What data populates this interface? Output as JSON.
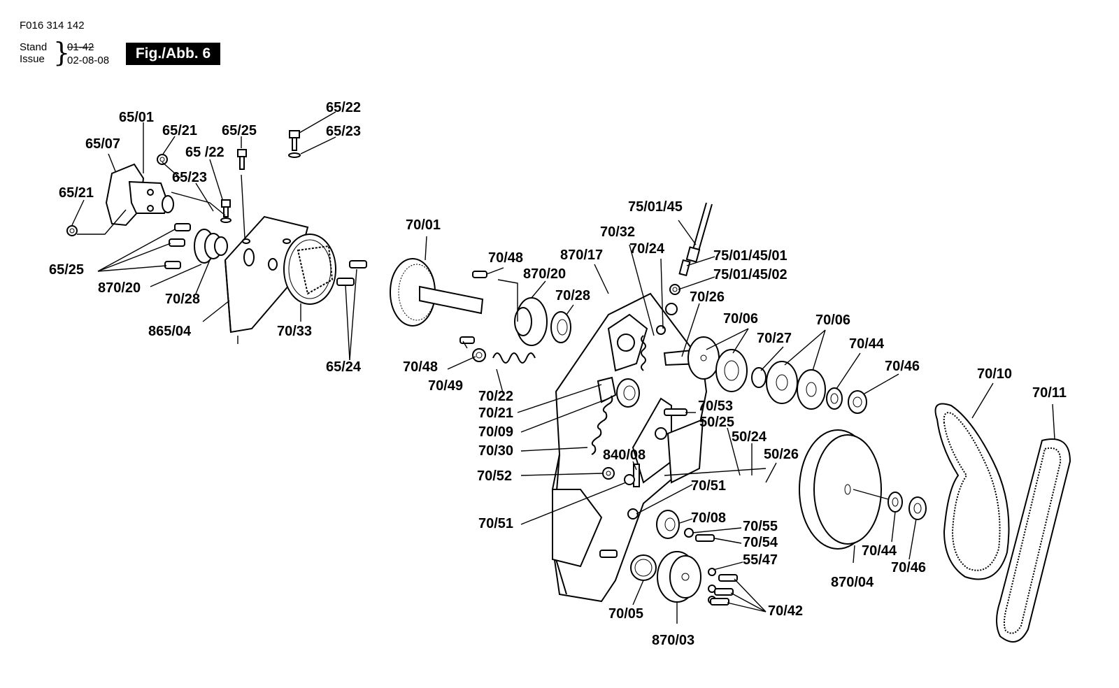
{
  "header": {
    "code": "F016 314 142",
    "stand_label": "Stand",
    "issue_label": "Issue",
    "stand_old": "01-42",
    "issue_date": "02-08-08",
    "fig_label": "Fig./Abb. 6"
  },
  "callouts": {
    "c_65_01": "65/01",
    "c_65_07": "65/07",
    "c_65_21a": "65/21",
    "c_65_21b": "65/21",
    "c_65_25a": "65/25",
    "c_65_22a": "65 /22",
    "c_65_22b": "65/22",
    "c_65_23a": "65/23",
    "c_65_23b": "65/23",
    "c_65_25b": "65/25",
    "c_870_20a": "870/20",
    "c_70_28a": "70/28",
    "c_865_04": "865/04",
    "c_70_33": "70/33",
    "c_65_24": "65/24",
    "c_70_01": "70/01",
    "c_70_48a": "70/48",
    "c_870_20b": "870/20",
    "c_70_28b": "70/28",
    "c_870_17": "870/17",
    "c_70_32": "70/32",
    "c_70_24": "70/24",
    "c_75_01_45": "75/01/45",
    "c_75_01_45_01": "75/01/45/01",
    "c_75_01_45_02": "75/01/45/02",
    "c_70_26": "70/26",
    "c_70_06a": "70/06",
    "c_70_06b": "70/06",
    "c_70_27": "70/27",
    "c_70_44a": "70/44",
    "c_70_46a": "70/46",
    "c_70_10": "70/10",
    "c_70_11": "70/11",
    "c_70_48b": "70/48",
    "c_70_49": "70/49",
    "c_70_22": "70/22",
    "c_70_21": "70/21",
    "c_70_09": "70/09",
    "c_70_30": "70/30",
    "c_70_53": "70/53",
    "c_50_25": "50/25",
    "c_50_24": "50/24",
    "c_50_26": "50/26",
    "c_840_08": "840/08",
    "c_70_52": "70/52",
    "c_70_51a": "70/51",
    "c_70_51b": "70/51",
    "c_70_08": "70/08",
    "c_70_55": "70/55",
    "c_70_54": "70/54",
    "c_55_47": "55/47",
    "c_70_42": "70/42",
    "c_70_05": "70/05",
    "c_870_03": "870/03",
    "c_870_04": "870/04",
    "c_70_44b": "70/44",
    "c_70_46b": "70/46"
  }
}
